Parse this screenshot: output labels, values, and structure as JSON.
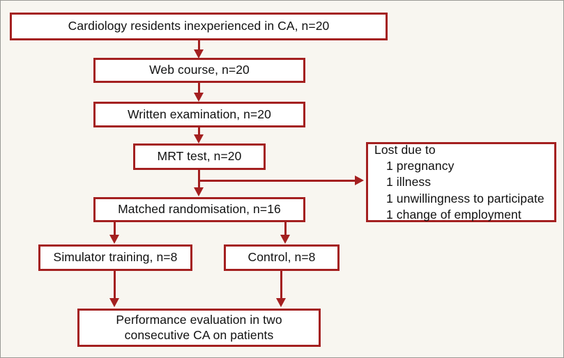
{
  "figure": {
    "type": "study-flow-diagram",
    "background_color": "#F8F6F0",
    "accent_color": "#A42020",
    "text_color": "#111111",
    "frame_border_color": "#9A9A96"
  },
  "nodes": {
    "cohort": {
      "label": "Cardiology residents inexperienced in CA, n=20"
    },
    "web_course": {
      "label": "Web course, n=20"
    },
    "written_exam": {
      "label": "Written examination, n=20"
    },
    "mrt_test": {
      "label": "MRT test, n=20"
    },
    "randomisation": {
      "label": "Matched randomisation, n=16"
    },
    "simulator": {
      "label": "Simulator training, n=8"
    },
    "control": {
      "label": "Control, n=8"
    },
    "evaluation": {
      "label": "Performance evaluation in two\nconsecutive CA on patients"
    }
  },
  "losses": {
    "heading": "Lost due to",
    "items": [
      "1 pregnancy",
      "1 illness",
      "1 unwillingness to participate",
      "1 change of employment"
    ]
  }
}
